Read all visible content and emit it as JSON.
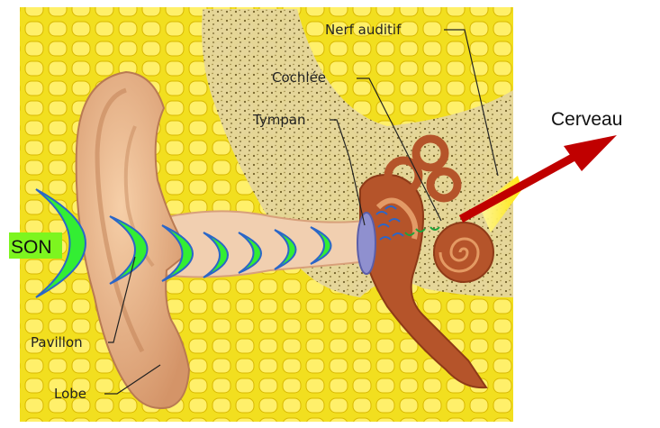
{
  "labels": {
    "nerf": "Nerf auditif",
    "cochlee": "Cochlée",
    "tympan": "Tympan",
    "pavillon": "Pavillon",
    "lobe": "Lobe",
    "cerveau": "Cerveau",
    "son": "SON"
  },
  "colors": {
    "background": "#ffffff",
    "bone_yellow": "#f2df1f",
    "cell_yellow": "#fff06a",
    "cell_stroke": "#d9b800",
    "skin": "#e9b68e",
    "skin_dark": "#c98a62",
    "canal": "#f1cfb0",
    "spongy": "#d8c68a",
    "inner_ear": "#b5542a",
    "inner_ear_dark": "#8e3a17",
    "wave_green": "#33ee33",
    "wave_blue": "#2a66c8",
    "arrow_red": "#c00000",
    "son_highlight": "#7df51f"
  },
  "icons": {
    "wave": "sound-wave-crescent",
    "arrow": "red-arrow-to-brain"
  }
}
